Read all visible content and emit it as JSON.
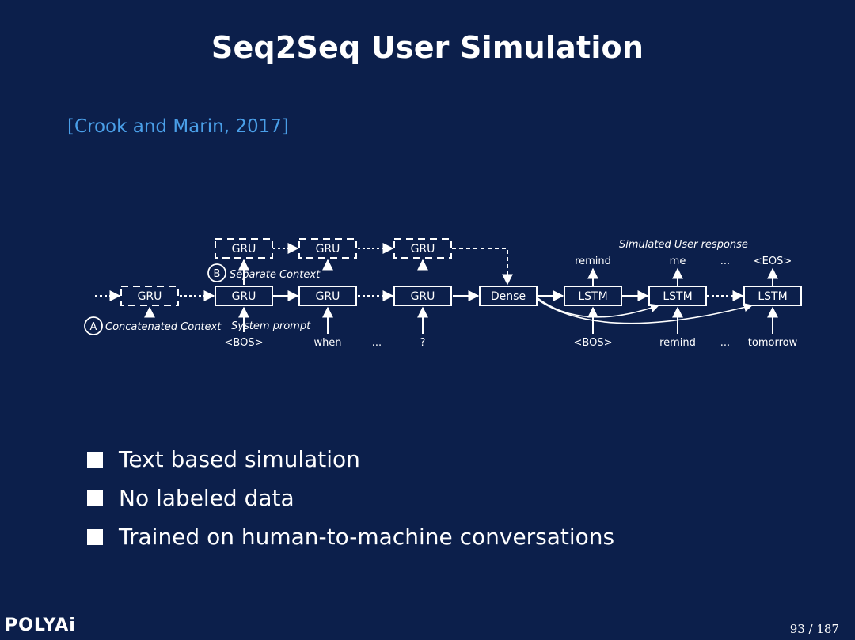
{
  "slide": {
    "title": "Seq2Seq User Simulation",
    "citation": "[Crook and Marin, 2017]"
  },
  "diagram": {
    "context_row": {
      "nodes": [
        {
          "label": "GRU",
          "dashed": true
        },
        {
          "label": "GRU",
          "dashed": true
        },
        {
          "label": "GRU",
          "dashed": true
        }
      ]
    },
    "label_a": {
      "marker": "A",
      "text": "Concatenated Context"
    },
    "label_b": {
      "marker": "B",
      "text": "Separate Context"
    },
    "system_prompt_label": "System prompt",
    "response_label": "Simulated User response",
    "main_row": {
      "nodes": [
        {
          "label": "GRU",
          "dashed": true
        },
        {
          "label": "GRU",
          "dashed": false
        },
        {
          "label": "GRU",
          "dashed": false
        },
        {
          "label": "GRU",
          "dashed": false
        },
        {
          "label": "Dense",
          "dashed": false
        },
        {
          "label": "LSTM",
          "dashed": false
        },
        {
          "label": "LSTM",
          "dashed": false
        },
        {
          "label": "LSTM",
          "dashed": false
        }
      ]
    },
    "input_tokens": [
      "<BOS>",
      "when",
      "...",
      "?",
      "<BOS>",
      "remind",
      "...",
      "tomorrow"
    ],
    "output_tokens": [
      "remind",
      "me",
      "...",
      "<EOS>"
    ]
  },
  "bullets": [
    "Text based simulation",
    "No labeled data",
    "Trained on human-to-machine conversations"
  ],
  "footer": {
    "logo": "POLYAi",
    "page": "93 / 187"
  }
}
